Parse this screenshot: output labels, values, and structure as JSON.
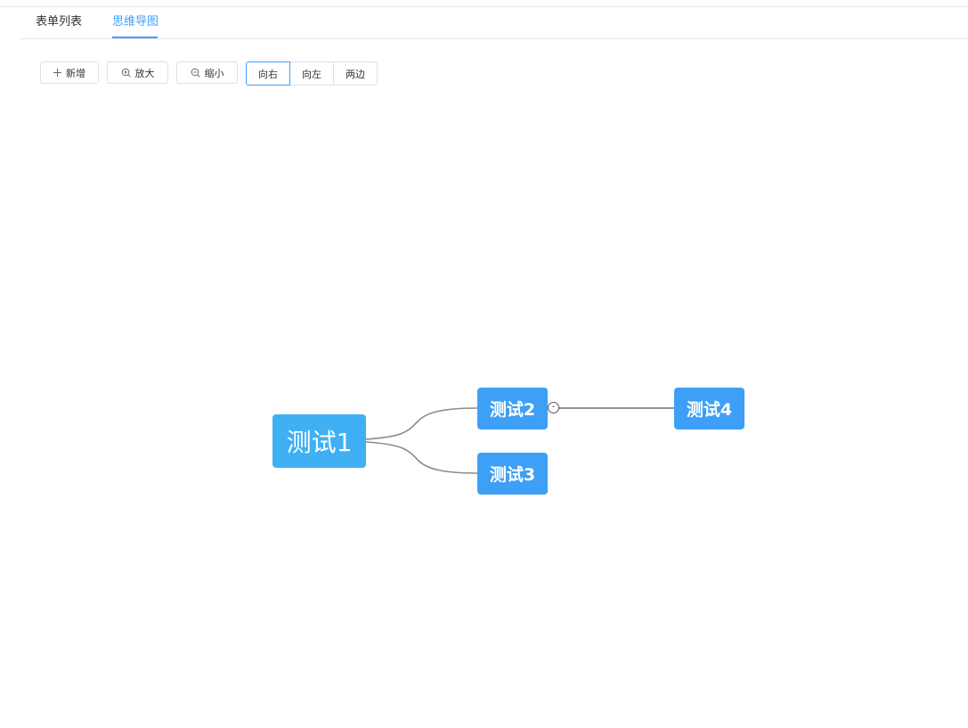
{
  "tabs": [
    {
      "label": "表单列表",
      "active": false
    },
    {
      "label": "思维导图",
      "active": true
    }
  ],
  "toolbar": {
    "add_label": "新增",
    "zoom_in_label": "放大",
    "zoom_out_label": "缩小",
    "direction": {
      "options": [
        "向右",
        "向左",
        "两边"
      ],
      "selected": "向右"
    }
  },
  "mindmap": {
    "root": {
      "label": "测试1"
    },
    "children": [
      {
        "label": "测试2",
        "collapse_symbol": "-",
        "children": [
          {
            "label": "测试4"
          }
        ]
      },
      {
        "label": "测试3"
      }
    ]
  },
  "colors": {
    "accent": "#409eff",
    "root_node": "#3fb0f3",
    "child_node": "#3d9ff5",
    "connector": "#8c8c8c"
  }
}
